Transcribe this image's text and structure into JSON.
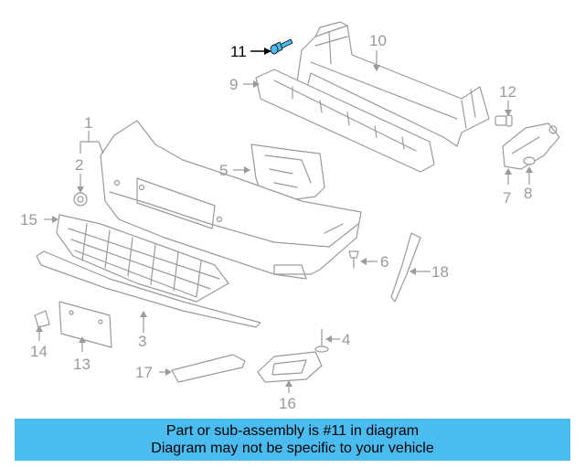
{
  "callouts": {
    "c1": "1",
    "c2": "2",
    "c3": "3",
    "c4": "4",
    "c5": "5",
    "c6": "6",
    "c7": "7",
    "c8": "8",
    "c9": "9",
    "c10": "10",
    "c11": "11",
    "c12": "12",
    "c13": "13",
    "c14": "14",
    "c15": "15",
    "c16": "16",
    "c17": "17",
    "c18": "18"
  },
  "highlighted_part": "11",
  "colors": {
    "banner": "#4bbcf0",
    "highlight": "#4bbcf0",
    "line_art": "#9a9a9a"
  },
  "banner": {
    "line1": "Part or sub-assembly is #11 in diagram",
    "line2": "Diagram may not be specific to your vehicle"
  }
}
